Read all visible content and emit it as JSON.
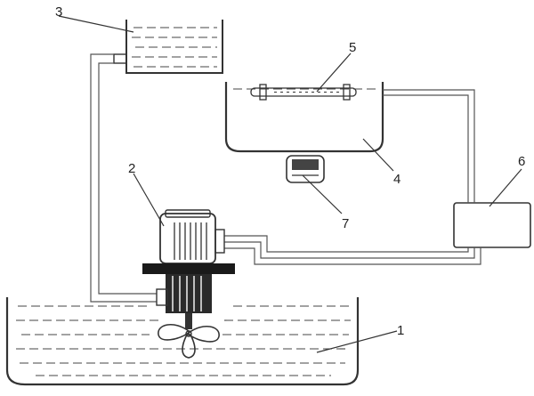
{
  "labels": {
    "l1": "1",
    "l2": "2",
    "l3": "3",
    "l4": "4",
    "l5": "5",
    "l6": "6",
    "l7": "7"
  },
  "colors": {
    "stroke": "#333333",
    "background": "#ffffff"
  }
}
